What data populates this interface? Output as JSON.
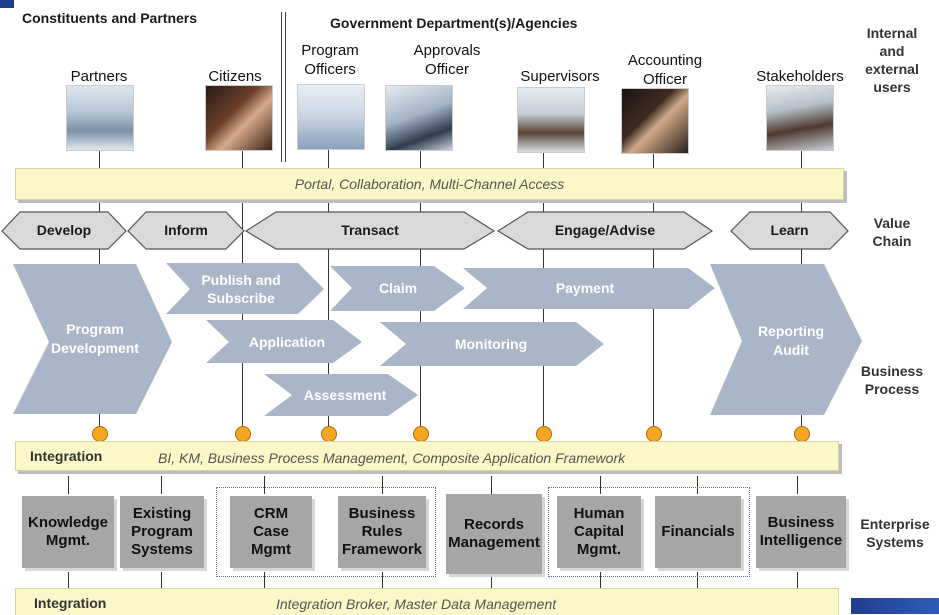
{
  "headers": {
    "constituents": "Constituents and Partners",
    "government": "Government Department(s)/Agencies"
  },
  "users": [
    {
      "label": "Partners",
      "photo": "office-photo"
    },
    {
      "label": "Citizens",
      "photo": "citizen-photo"
    },
    {
      "label": "Program\nOfficers",
      "photo": "officer-photo"
    },
    {
      "label": "Approvals\nOfficer",
      "photo": "approvals-photo"
    },
    {
      "label": "Supervisors",
      "photo": "supervisor-photo"
    },
    {
      "label": "Accounting\nOfficer",
      "photo": "accounting-photo"
    },
    {
      "label": "Stakeholders",
      "photo": "stakeholders-photo"
    }
  ],
  "row_labels": {
    "users": "Internal\nand\nexternal\nusers",
    "value_chain": "Value\nChain",
    "business_process": "Business\nProcess",
    "enterprise_systems": "Enterprise\nSystems"
  },
  "portal_band": "Portal, Collaboration, Multi-Channel Access",
  "value_chain": [
    "Develop",
    "Inform",
    "Transact",
    "Engage/Advise",
    "Learn"
  ],
  "processes": {
    "program_development": "Program\nDevelopment",
    "publish": "Publish and\nSubscribe",
    "claim": "Claim",
    "payment": "Payment",
    "application": "Application",
    "monitoring": "Monitoring",
    "assessment": "Assessment",
    "reporting": "Reporting\nAudit"
  },
  "integration_band": {
    "label": "Integration",
    "text": "BI, KM, Business Process Management, Composite Application Framework"
  },
  "systems": [
    "Knowledge\nMgmt.",
    "Existing\nProgram\nSystems",
    "CRM\nCase\nMgmt",
    "Business\nRules\nFramework",
    "Records\nManagement",
    "Human\nCapital\nMgmt.",
    "Financials",
    "Business\nIntelligence"
  ],
  "integration_bottom": {
    "label": "Integration",
    "text": "Integration Broker, Master Data Management"
  },
  "colors": {
    "band": "#fbf7c7",
    "chevron": "#a9b6c8",
    "hexagon": "#d9d9d9",
    "system_box": "#a6a6a6",
    "dot": "#f5a623"
  }
}
